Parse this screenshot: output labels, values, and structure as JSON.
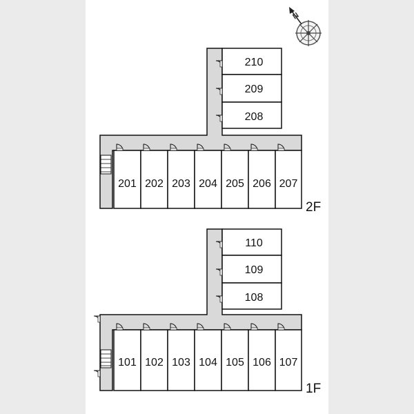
{
  "floors": [
    {
      "label": "2F",
      "rooms_top": [
        "210",
        "209",
        "208"
      ],
      "rooms_row": [
        "201",
        "202",
        "203",
        "204",
        "205",
        "206",
        "207"
      ]
    },
    {
      "label": "1F",
      "rooms_top": [
        "110",
        "109",
        "108"
      ],
      "rooms_row": [
        "101",
        "102",
        "103",
        "104",
        "105",
        "106",
        "107"
      ]
    }
  ],
  "compass": {
    "north_label": "N",
    "icon": "compass-rose-icon"
  },
  "colors": {
    "corridor": "#d9d9d9",
    "wall": "#111111",
    "side_strip": "#ebebeb"
  }
}
